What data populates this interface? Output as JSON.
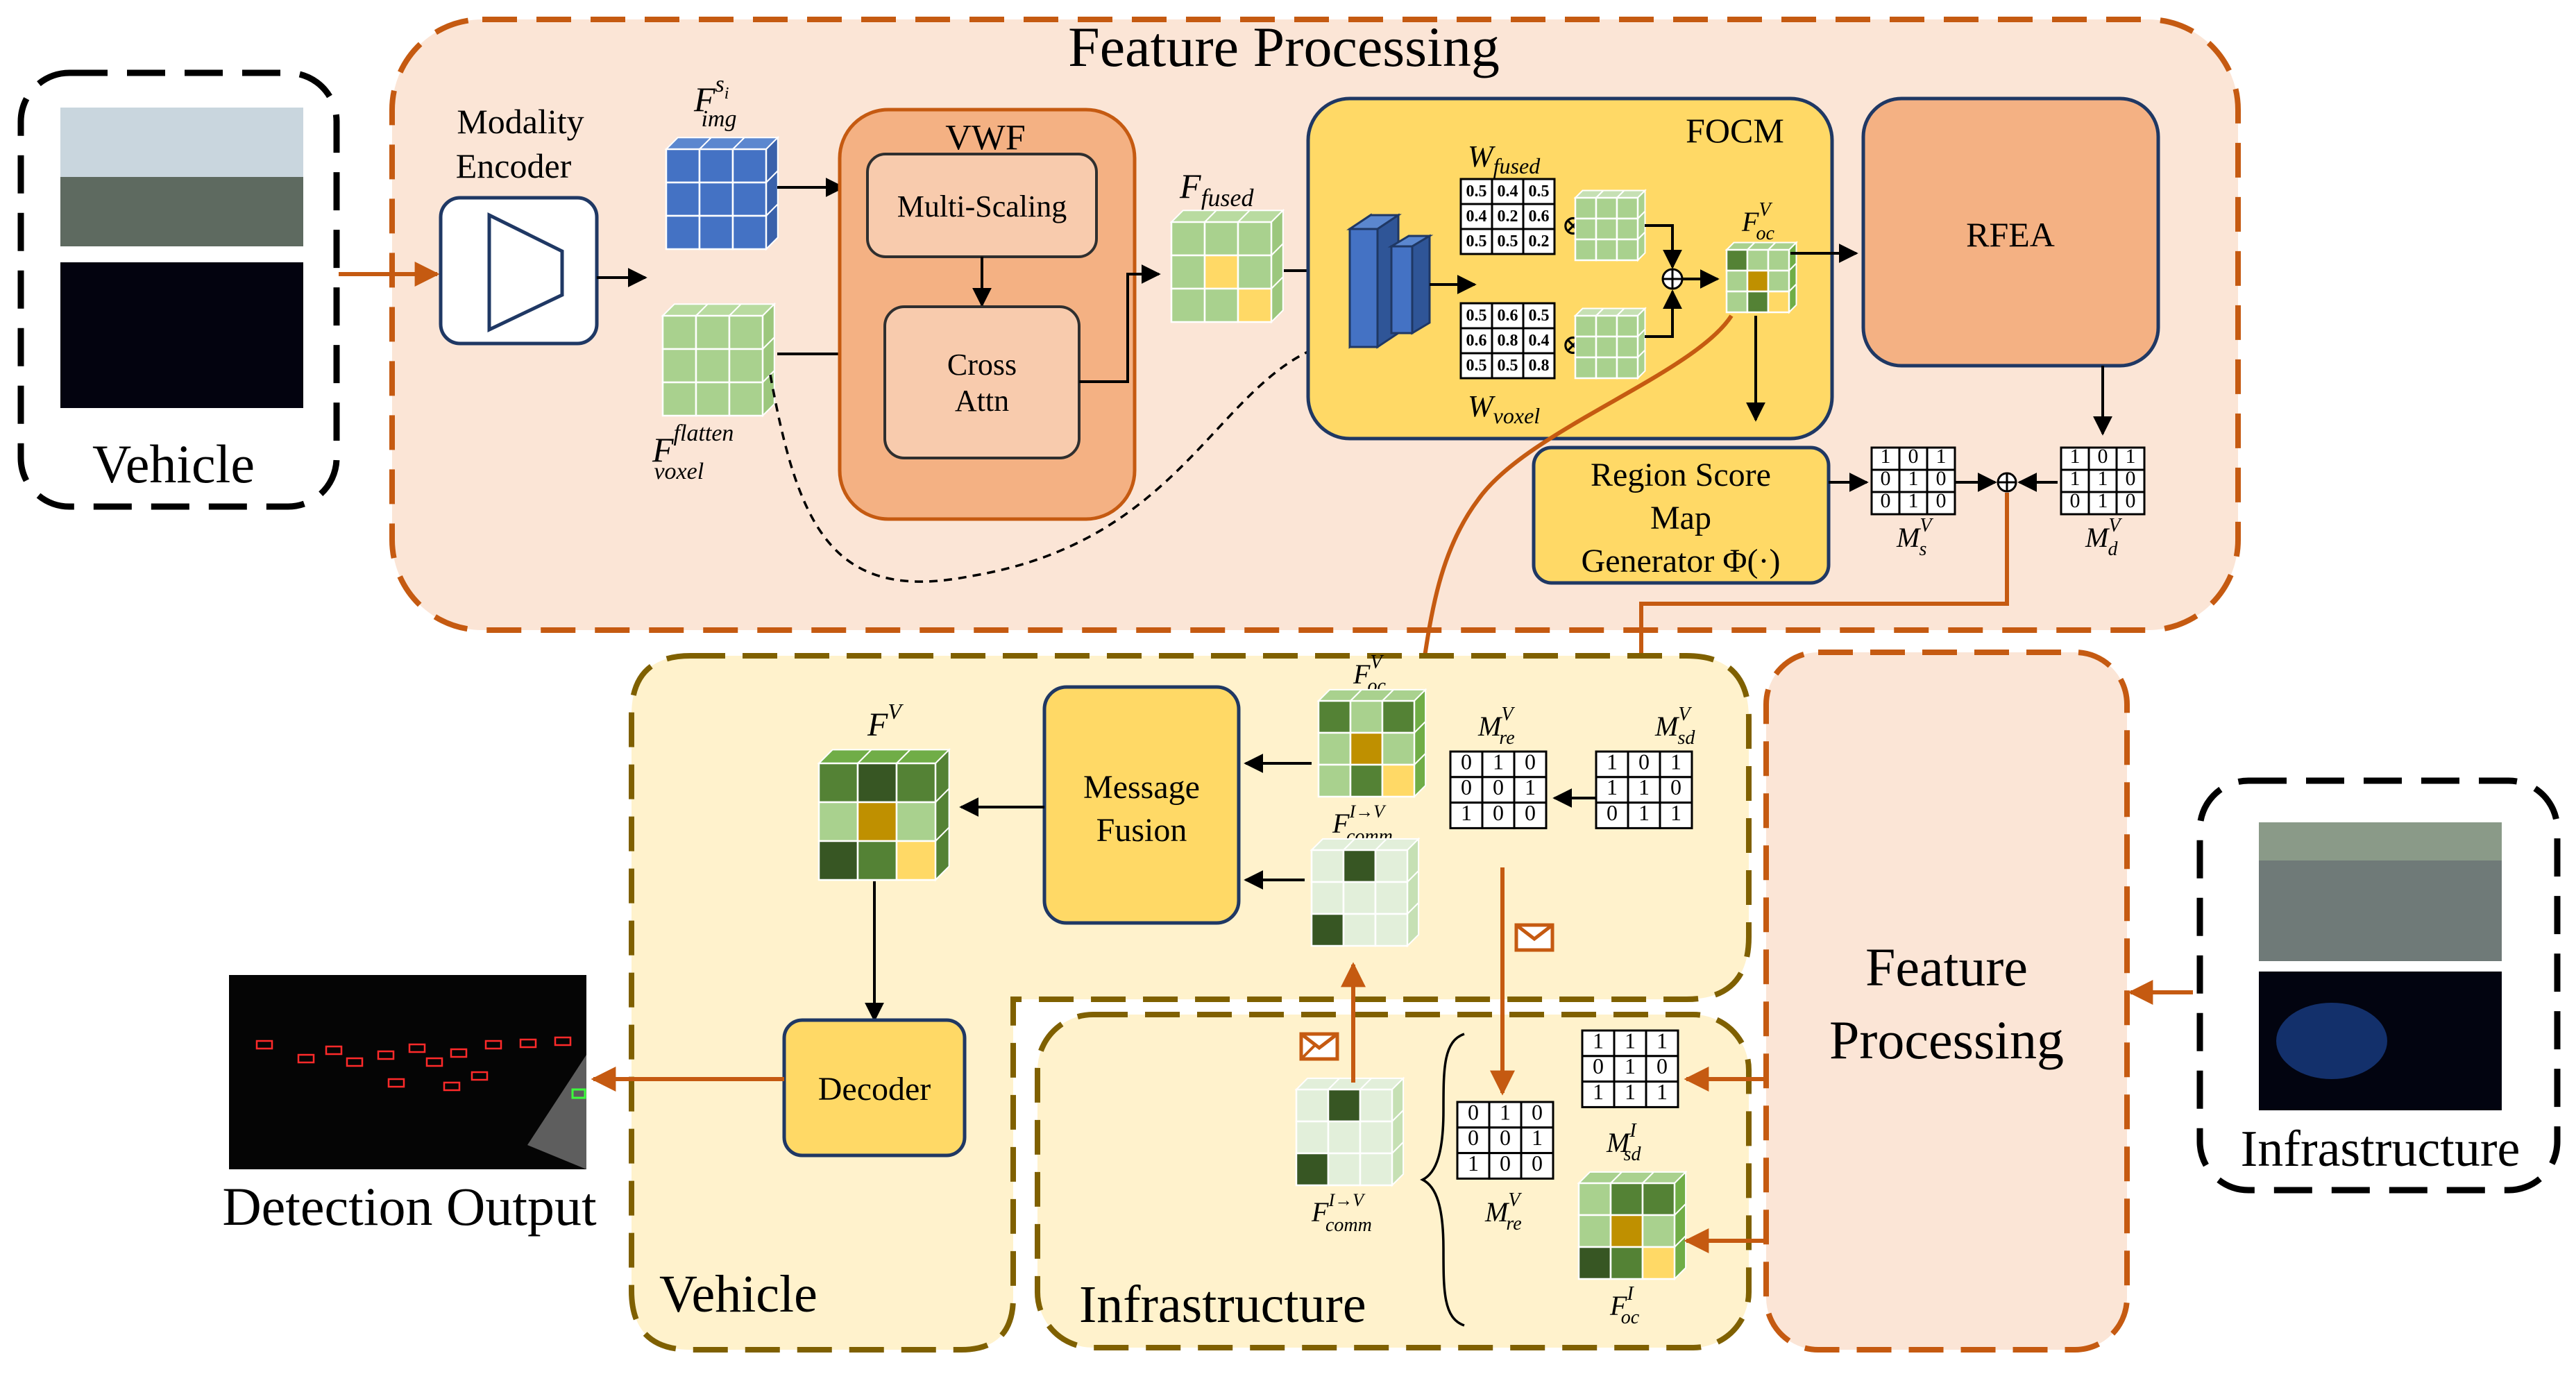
{
  "top_panel": {
    "title": "Feature Processing"
  },
  "vehicle_input": {
    "label": "Vehicle"
  },
  "infra_input": {
    "label": "Infrastructure"
  },
  "modality_encoder": {
    "label_line1": "Modality",
    "label_line2": "Encoder"
  },
  "feature_img": {
    "base": "F",
    "sup": "s",
    "sup_sub": "i",
    "sub": "img"
  },
  "feature_voxel": {
    "base": "F",
    "sup": "flatten",
    "sub": "voxel"
  },
  "vwf": {
    "title": "VWF",
    "multi_scaling": "Multi-Scaling",
    "cross_attn_line1": "Cross",
    "cross_attn_line2": "Attn"
  },
  "feature_fused": {
    "base": "F",
    "sub": "fused"
  },
  "focm": {
    "title": "FOCM",
    "w_fused": {
      "base": "W",
      "sub": "fused",
      "values": [
        "0.5",
        "0.4",
        "0.5",
        "0.4",
        "0.2",
        "0.6",
        "0.5",
        "0.5",
        "0.2"
      ]
    },
    "w_voxel": {
      "base": "W",
      "sub": "voxel",
      "values": [
        "0.5",
        "0.6",
        "0.5",
        "0.6",
        "0.8",
        "0.4",
        "0.5",
        "0.5",
        "0.8"
      ]
    },
    "f_oc": {
      "base": "F",
      "sup": "V",
      "sub": "oc"
    }
  },
  "rfea": {
    "label": "RFEA"
  },
  "region_score": {
    "line1": "Region Score",
    "line2": "Map",
    "line3": "Generator Φ(·)"
  },
  "m_s_top": {
    "base": "M",
    "sup": "V",
    "sub": "s",
    "values": [
      "1",
      "0",
      "1",
      "0",
      "1",
      "0",
      "0",
      "1",
      "0"
    ]
  },
  "m_d_top": {
    "base": "M",
    "sup": "V",
    "sub": "d",
    "values": [
      "1",
      "0",
      "1",
      "1",
      "1",
      "0",
      "0",
      "1",
      "0"
    ]
  },
  "vehicle_panel": {
    "label": "Vehicle",
    "f_v": {
      "base": "F",
      "sup": "V"
    },
    "f_oc": {
      "base": "F",
      "sup": "V",
      "sub": "oc"
    },
    "f_comm": {
      "base": "F",
      "sup": "I→V",
      "sub": "comm"
    },
    "message_fusion_line1": "Message",
    "message_fusion_line2": "Fusion",
    "decoder": "Decoder",
    "m_re": {
      "base": "M",
      "sup": "V",
      "sub": "re",
      "values": [
        "0",
        "1",
        "0",
        "0",
        "0",
        "1",
        "1",
        "0",
        "0"
      ]
    },
    "m_sd": {
      "base": "M",
      "sup": "V",
      "sub": "sd",
      "values": [
        "1",
        "0",
        "1",
        "1",
        "1",
        "0",
        "0",
        "1",
        "1"
      ]
    }
  },
  "infra_panel": {
    "label": "Infrastructure",
    "f_comm": {
      "base": "F",
      "sup": "I→V",
      "sub": "comm"
    },
    "m_re": {
      "base": "M",
      "sup": "V",
      "sub": "re",
      "values": [
        "0",
        "1",
        "0",
        "0",
        "0",
        "1",
        "1",
        "0",
        "0"
      ]
    },
    "m_sd": {
      "base": "M",
      "sup": "I",
      "sub": "sd",
      "values": [
        "1",
        "1",
        "1",
        "0",
        "1",
        "0",
        "1",
        "1",
        "1"
      ]
    },
    "f_oc": {
      "base": "F",
      "sup": "I",
      "sub": "oc"
    }
  },
  "right_panel": {
    "line1": "Feature",
    "line2": "Processing"
  },
  "detection": {
    "label": "Detection Output"
  },
  "colors": {
    "orange_border": "#c55a11",
    "olive_border": "#7f6000",
    "peach_fill": "#fbe5d6",
    "orange_box": "#f4b183",
    "yellow_box": "#ffd966",
    "light_yellow": "#fff2cc",
    "blue_cube": "#4472c4",
    "green_light": "#a9d18e",
    "green_dark": "#548235",
    "green_darker": "#375623",
    "gold": "#bf9000"
  }
}
